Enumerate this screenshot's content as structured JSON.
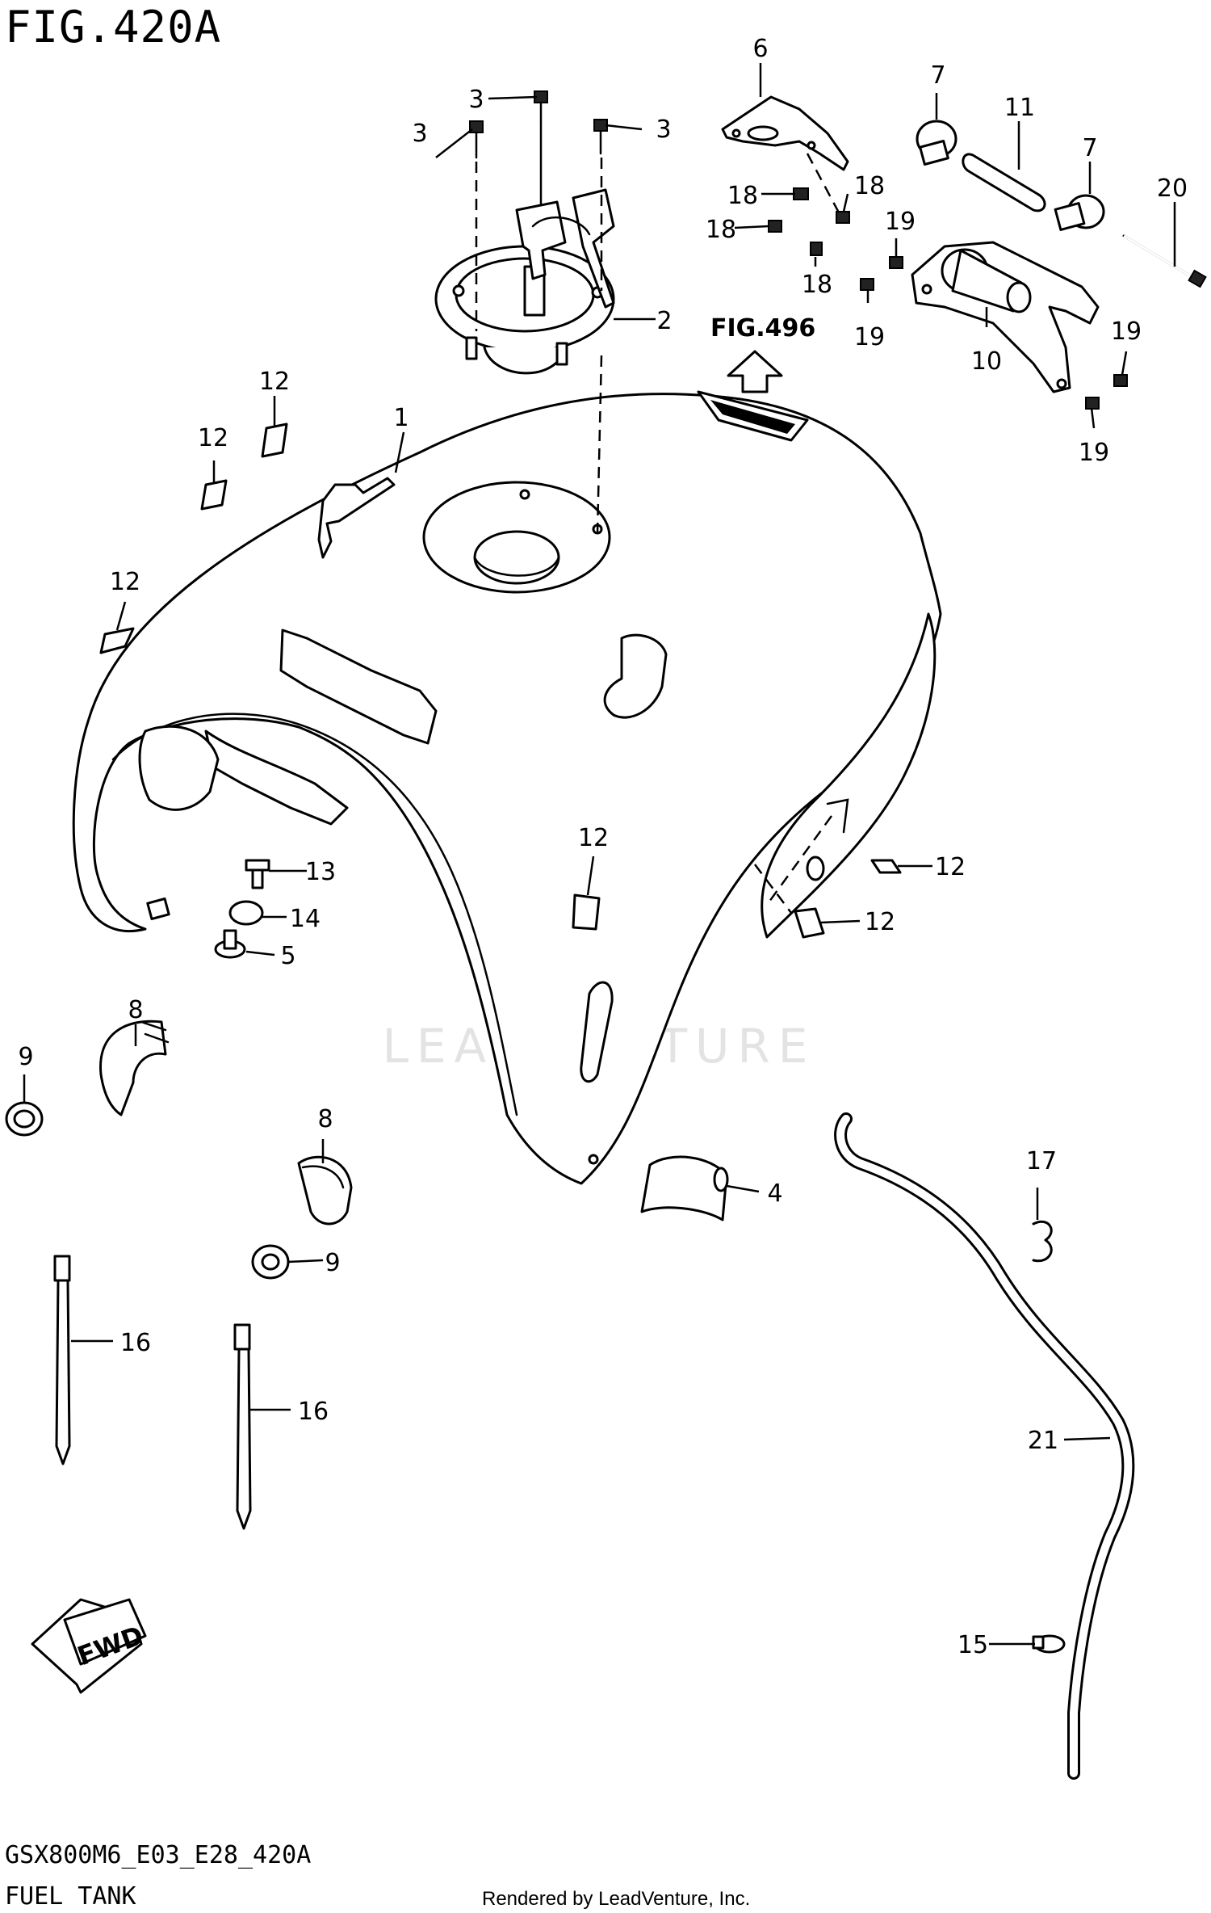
{
  "figure": {
    "title": "FIG.420A",
    "model_code": "GSX800M6_E03_E28_420A",
    "section_name": "FUEL TANK",
    "credit": "Rendered by LeadVenture, Inc.",
    "watermark": "LEADVENTURE",
    "reference": "FIG.496",
    "direction": "FWD"
  },
  "callouts": [
    {
      "id": "1",
      "label": "1"
    },
    {
      "id": "2",
      "label": "2"
    },
    {
      "id": "3a",
      "label": "3"
    },
    {
      "id": "3b",
      "label": "3"
    },
    {
      "id": "3c",
      "label": "3"
    },
    {
      "id": "4",
      "label": "4"
    },
    {
      "id": "5",
      "label": "5"
    },
    {
      "id": "6",
      "label": "6"
    },
    {
      "id": "7a",
      "label": "7"
    },
    {
      "id": "7b",
      "label": "7"
    },
    {
      "id": "8a",
      "label": "8"
    },
    {
      "id": "8b",
      "label": "8"
    },
    {
      "id": "9a",
      "label": "9"
    },
    {
      "id": "9b",
      "label": "9"
    },
    {
      "id": "10",
      "label": "10"
    },
    {
      "id": "11",
      "label": "11"
    },
    {
      "id": "12a",
      "label": "12"
    },
    {
      "id": "12b",
      "label": "12"
    },
    {
      "id": "12c",
      "label": "12"
    },
    {
      "id": "12d",
      "label": "12"
    },
    {
      "id": "12e",
      "label": "12"
    },
    {
      "id": "12f",
      "label": "12"
    },
    {
      "id": "13",
      "label": "13"
    },
    {
      "id": "14",
      "label": "14"
    },
    {
      "id": "15",
      "label": "15"
    },
    {
      "id": "16a",
      "label": "16"
    },
    {
      "id": "16b",
      "label": "16"
    },
    {
      "id": "17",
      "label": "17"
    },
    {
      "id": "18a",
      "label": "18"
    },
    {
      "id": "18b",
      "label": "18"
    },
    {
      "id": "18c",
      "label": "18"
    },
    {
      "id": "18d",
      "label": "18"
    },
    {
      "id": "19a",
      "label": "19"
    },
    {
      "id": "19b",
      "label": "19"
    },
    {
      "id": "19c",
      "label": "19"
    },
    {
      "id": "19d",
      "label": "19"
    },
    {
      "id": "20",
      "label": "20"
    },
    {
      "id": "21",
      "label": "21"
    }
  ]
}
